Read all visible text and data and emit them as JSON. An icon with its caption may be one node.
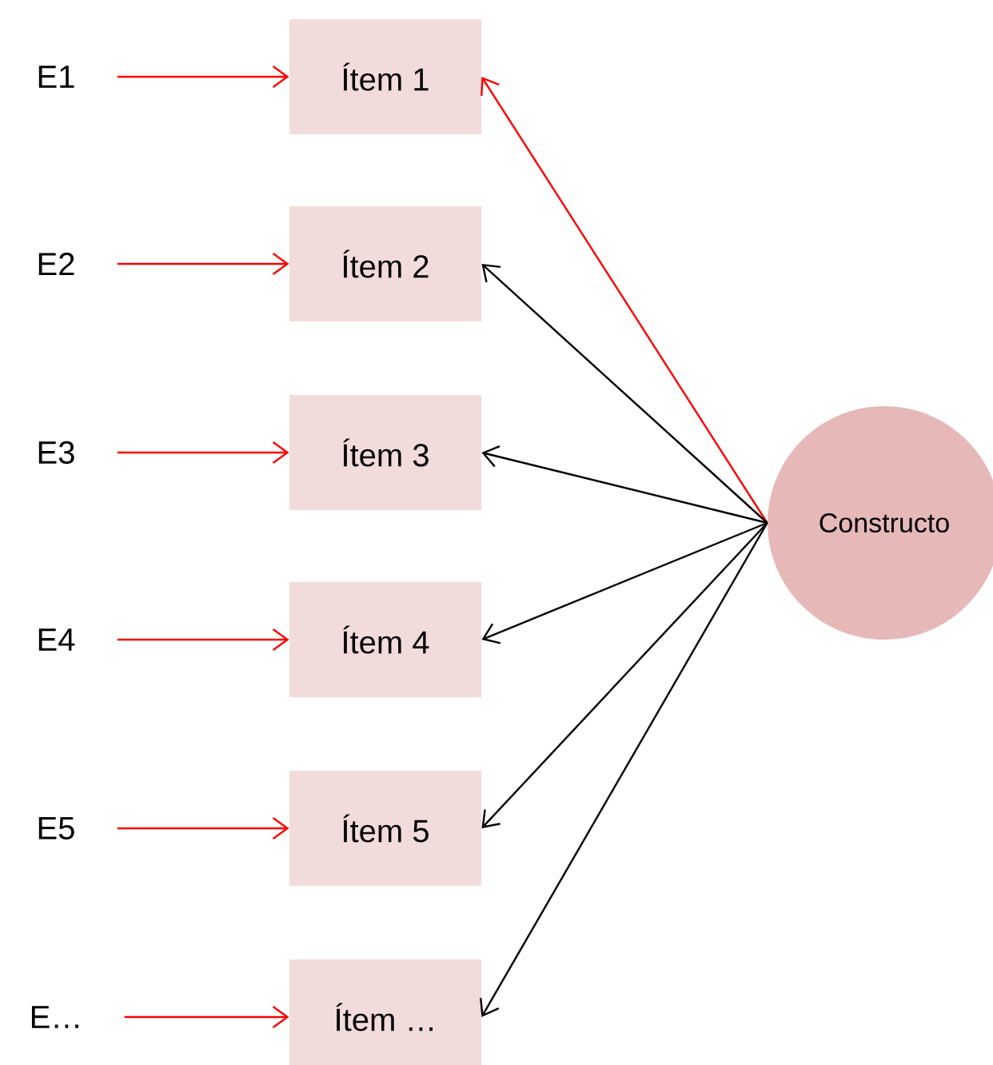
{
  "diagram": {
    "nodes": [
      {
        "text": [
          "E1"
        ]
      },
      {
        "text": [
          "E2"
        ]
      },
      {
        "text": [
          "E3"
        ]
      },
      {
        "text": [
          "E4"
        ]
      },
      {
        "text": [
          "E5"
        ]
      },
      {
        "text": [
          "E…"
        ]
      },
      {
        "text": [
          "Ítem 1"
        ]
      },
      {
        "text": [
          "Ítem 2"
        ]
      },
      {
        "text": [
          "Ítem 3"
        ]
      },
      {
        "text": [
          "Ítem 4"
        ]
      },
      {
        "text": [
          "Ítem 5"
        ]
      },
      {
        "text": [
          "Ítem …"
        ]
      },
      {
        "text": [
          "Constructo"
        ]
      }
    ],
    "edges": [
      {
        "from": 0,
        "to": 6,
        "arrow": "to"
      },
      {
        "from": 1,
        "to": 7,
        "arrow": "to"
      },
      {
        "from": 2,
        "to": 8,
        "arrow": "to"
      },
      {
        "from": 3,
        "to": 9,
        "arrow": "to"
      },
      {
        "from": 4,
        "to": 10,
        "arrow": "to"
      },
      {
        "from": 5,
        "to": 11,
        "arrow": "to"
      },
      {
        "from": 12,
        "to": 6,
        "arrow": "to"
      },
      {
        "from": 12,
        "to": 7,
        "arrow": "to",
        "color": "#000000"
      },
      {
        "from": 12,
        "to": 8,
        "arrow": "to",
        "color": "#000000"
      },
      {
        "from": 12,
        "to": 9,
        "arrow": "to",
        "color": "#000000"
      },
      {
        "from": 12,
        "to": 10,
        "arrow": "to",
        "color": "#000000"
      },
      {
        "from": 12,
        "to": 11,
        "arrow": "to",
        "color": "#000000"
      }
    ]
  }
}
